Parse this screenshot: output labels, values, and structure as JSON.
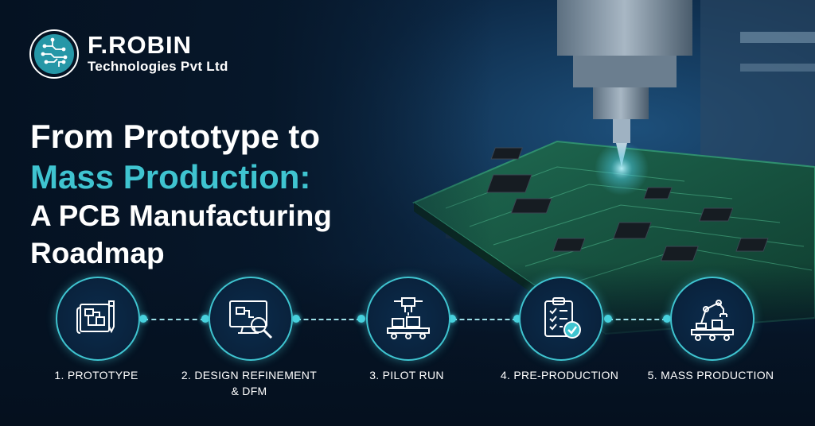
{
  "brand": {
    "name": "F.ROBIN",
    "subtitle": "Technologies Pvt Ltd"
  },
  "headline": {
    "line1": "From Prototype to",
    "line2": "Mass Production:",
    "line3": "A PCB Manufacturing",
    "line4": "Roadmap"
  },
  "colors": {
    "accent": "#3fc4d0",
    "background": "#061426",
    "text": "#ffffff"
  },
  "steps": [
    {
      "label": "1. PROTOTYPE",
      "icon": "blueprint-icon"
    },
    {
      "label_line1": "2. DESIGN REFINEMENT",
      "label_line2": "& DFM",
      "icon": "monitor-magnifier-icon"
    },
    {
      "label": "3. PILOT RUN",
      "icon": "pick-and-place-machine-icon"
    },
    {
      "label": "4. PRE-PRODUCTION",
      "icon": "clipboard-checklist-icon"
    },
    {
      "label": "5. MASS PRODUCTION",
      "icon": "robotic-arm-icon"
    }
  ]
}
